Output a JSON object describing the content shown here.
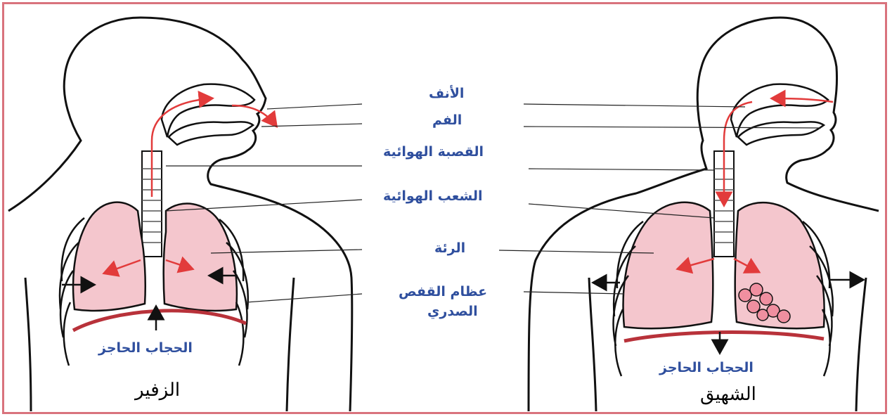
{
  "labels": {
    "nose": "الأنف",
    "mouth": "الفم",
    "trachea": "القصبة الهوائية",
    "bronchi": "الشعب الهوائية",
    "lung": "الرئة",
    "ribcage_line1": "عظام القفص",
    "ribcage_line2": "الصدري",
    "diaphragm_left": "الحجاب الحاجز",
    "diaphragm_right": "الحجاب الحاجز"
  },
  "captions": {
    "exhalation": "الزفير",
    "inhalation": "الشهيق"
  },
  "colors": {
    "frame": "#d9737d",
    "label_text": "#2f4f9e",
    "lung_fill": "#f4c6cd",
    "airflow_arrow": "#e23b3b",
    "diaphragm": "#b8323a"
  }
}
